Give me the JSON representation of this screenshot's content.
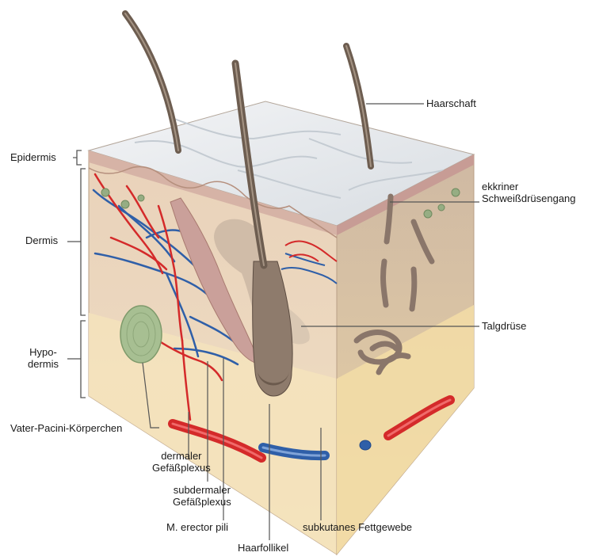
{
  "labels": {
    "haarschaft": "Haarschaft",
    "ekkriner_1": "ekkriner",
    "ekkriner_2": "Schweißdrüsengang",
    "talgdruese": "Talgdrüse",
    "epidermis": "Epidermis",
    "dermis": "Dermis",
    "hypo_1": "Hypo-",
    "hypo_2": "dermis",
    "vater": "Vater-Pacini-Körperchen",
    "dermaler_1": "dermaler",
    "dermaler_2": "Gefäßplexus",
    "subdermaler_1": "subdermaler",
    "subdermaler_2": "Gefäßplexus",
    "erector": "M. erector pili",
    "haarfollikel": "Haarfollikel",
    "subkutanes": "subkutanes Fettgewebe"
  },
  "colors": {
    "artery": "#d42a2a",
    "vein": "#2f5fa8",
    "epidermis_top": "#e9ecef",
    "dermis": "#ead6bd",
    "hypodermis": "#f1dcae",
    "hair": "#7a6a5c",
    "leader": "#555555"
  }
}
